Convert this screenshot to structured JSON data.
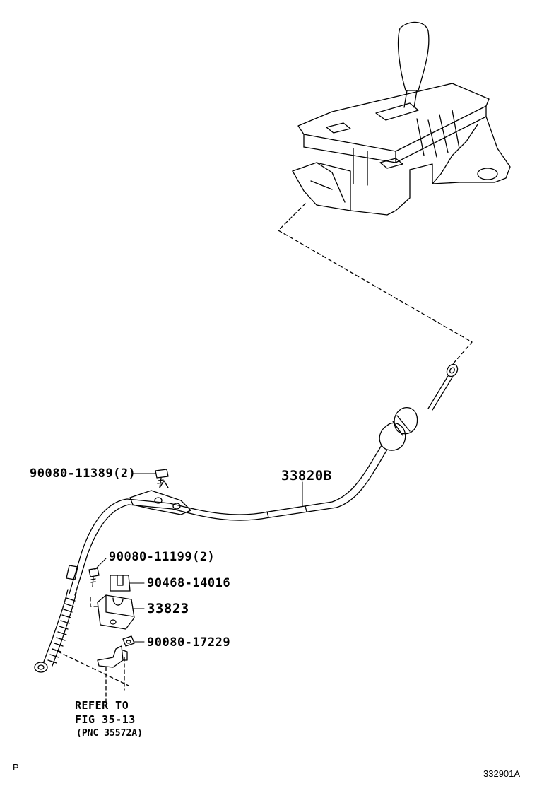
{
  "callouts": {
    "bolt_top": "90080-11389(2)",
    "cable": "33820B",
    "bolt_mid": "90080-11199(2)",
    "clip": "90468-14016",
    "bracket": "33823",
    "nut": "90080-17229"
  },
  "refer": {
    "line1": "REFER TO",
    "line2": "FIG 35-13",
    "line3": "(PNC 35572A)"
  },
  "footer": {
    "left_mark": "P",
    "illustration_code": "332901A"
  }
}
